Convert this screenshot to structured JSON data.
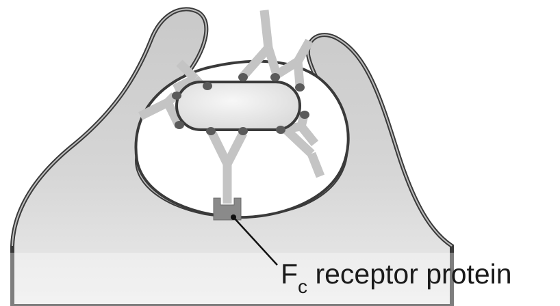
{
  "label": {
    "main": "F",
    "subscript": "c",
    "rest": " receptor protein"
  },
  "colors": {
    "cell_fill": "#d9d9d9",
    "cell_outline": "#3a3a3a",
    "antibody": "#c4c4c4",
    "epitope": "#5a5a5a",
    "bacterium_fill": "#ececec",
    "receptor": "#8a8a8a",
    "leader_line": "#111111"
  }
}
